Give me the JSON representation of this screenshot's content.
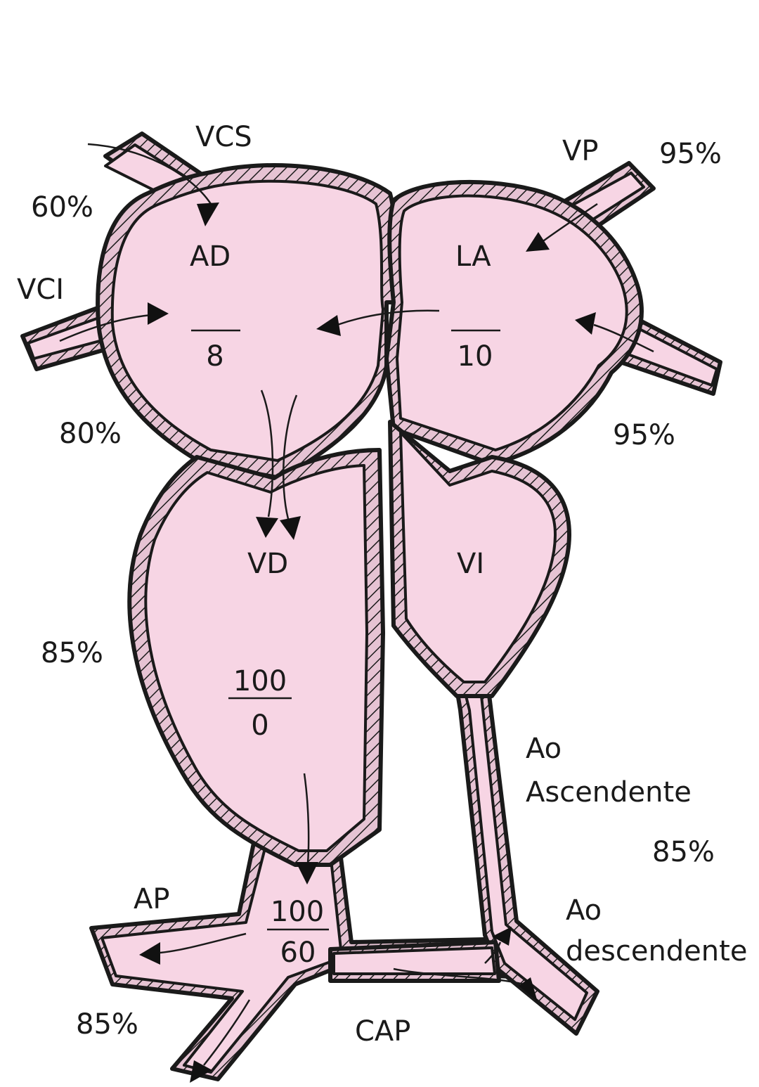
{
  "colors": {
    "blood": "#f7d5e4",
    "wall_bg": "#e6c3d3",
    "outline": "#1a1a1a"
  },
  "chambers": {
    "ad": {
      "name": "AD",
      "pressure_top": "",
      "pressure_bottom": "8"
    },
    "la": {
      "name": "LA",
      "pressure_top": "",
      "pressure_bottom": "10"
    },
    "vd": {
      "name": "VD",
      "pressure_top": "100",
      "pressure_bottom": "0"
    },
    "vi": {
      "name": "VI"
    },
    "ap_trunk": {
      "pressure_top": "100",
      "pressure_bottom": "60"
    }
  },
  "vessels": {
    "vcs": "VCS",
    "vci": "VCI",
    "vp": "VP",
    "ap": "AP",
    "cap": "CAP",
    "ao_asc_1": "Ao",
    "ao_asc_2": "Ascendente",
    "ao_desc_1": "Ao",
    "ao_desc_2": "descendente"
  },
  "saturations": {
    "vcs": "60%",
    "vp": "95%",
    "vci": "80%",
    "la": "95%",
    "vd": "85%",
    "aorta": "85%",
    "ap": "85%"
  }
}
